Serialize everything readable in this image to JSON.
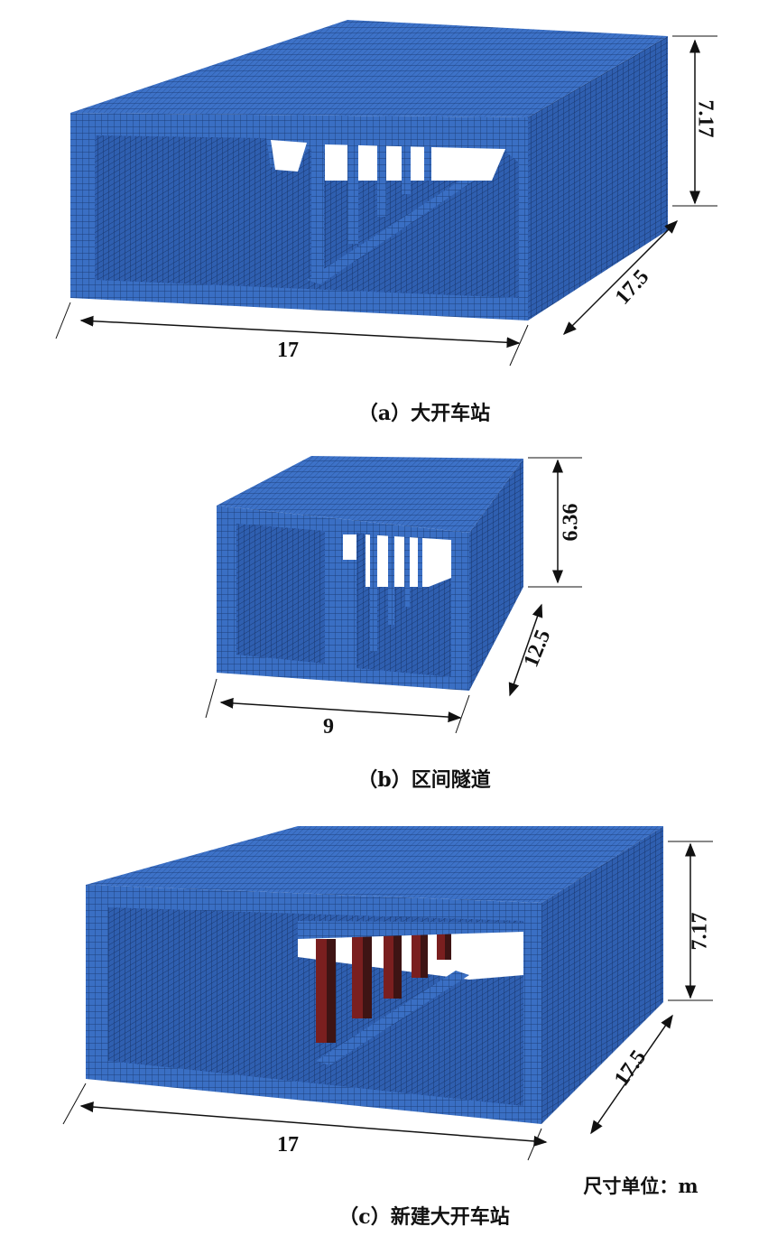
{
  "colors": {
    "mesh": "#3a6fc4",
    "mesh_dark": "#244f9a",
    "grid": "#1d3f7a",
    "column": "#7a1f1f",
    "column_dark": "#3e1414"
  },
  "figures": [
    {
      "id": "a",
      "caption": "（a）大开车站",
      "dims": {
        "height": "7.17",
        "depth": "17.5",
        "width": "17"
      }
    },
    {
      "id": "b",
      "caption": "（b）区间隧道",
      "dims": {
        "height": "6.36",
        "depth": "12.5",
        "width": "9"
      }
    },
    {
      "id": "c",
      "caption": "（c）新建大开车站",
      "dims": {
        "height": "7.17",
        "depth": "17.5",
        "width": "17"
      },
      "unit_note": "尺寸单位：m"
    }
  ]
}
